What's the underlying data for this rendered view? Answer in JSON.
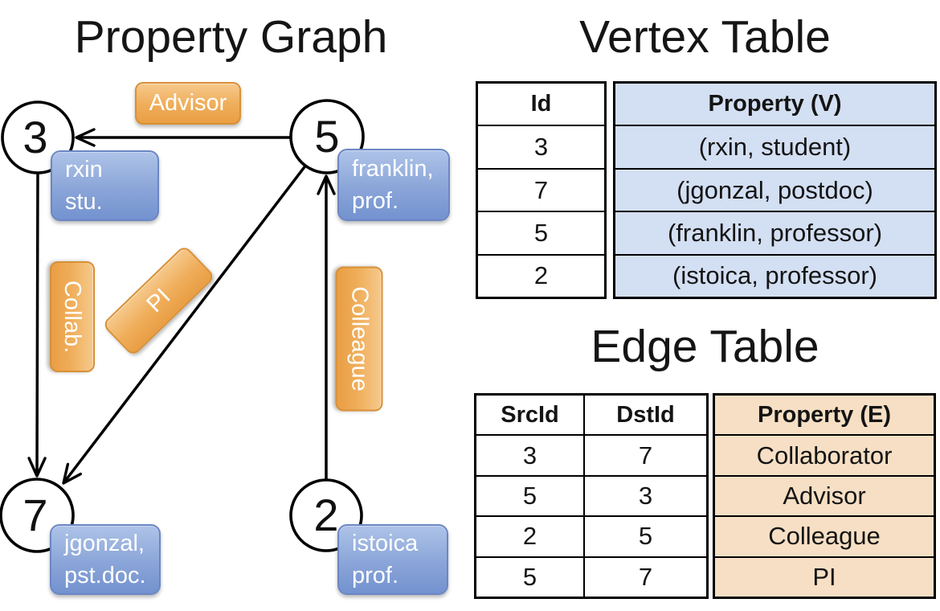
{
  "graph": {
    "title": "Property Graph",
    "nodes": {
      "n3": {
        "id": "3",
        "label_line1": "rxin",
        "label_line2": "stu."
      },
      "n5": {
        "id": "5",
        "label_line1": "franklin,",
        "label_line2": "prof."
      },
      "n7": {
        "id": "7",
        "label_line1": "jgonzal,",
        "label_line2": "pst.doc."
      },
      "n2": {
        "id": "2",
        "label_line1": "istoica",
        "label_line2": "prof."
      }
    },
    "edge_labels": {
      "advisor": "Advisor",
      "collab": "Collab.",
      "pi": "PI",
      "colleague": "Colleague"
    }
  },
  "vertex_table": {
    "title": "Vertex Table",
    "columns": {
      "id": "Id",
      "property": "Property (V)"
    },
    "rows": [
      {
        "id": "3",
        "property": "(rxin, student)"
      },
      {
        "id": "7",
        "property": "(jgonzal, postdoc)"
      },
      {
        "id": "5",
        "property": "(franklin, professor)"
      },
      {
        "id": "2",
        "property": "(istoica, professor)"
      }
    ]
  },
  "edge_table": {
    "title": "Edge Table",
    "columns": {
      "src": "SrcId",
      "dst": "DstId",
      "property": "Property (E)"
    },
    "rows": [
      {
        "src": "3",
        "dst": "7",
        "property": "Collaborator"
      },
      {
        "src": "5",
        "dst": "3",
        "property": "Advisor"
      },
      {
        "src": "2",
        "dst": "5",
        "property": "Colleague"
      },
      {
        "src": "5",
        "dst": "7",
        "property": "PI"
      }
    ]
  },
  "colors": {
    "edge_label_fill": "#EDA951",
    "edge_label_border": "#D89036",
    "vertex_label_fill": "#8CA7DA",
    "vertex_label_border": "#6B87C3",
    "vertex_cell_bg": "#D3DFF2",
    "edge_cell_bg": "#F6DFC4",
    "line_color": "#000000"
  }
}
